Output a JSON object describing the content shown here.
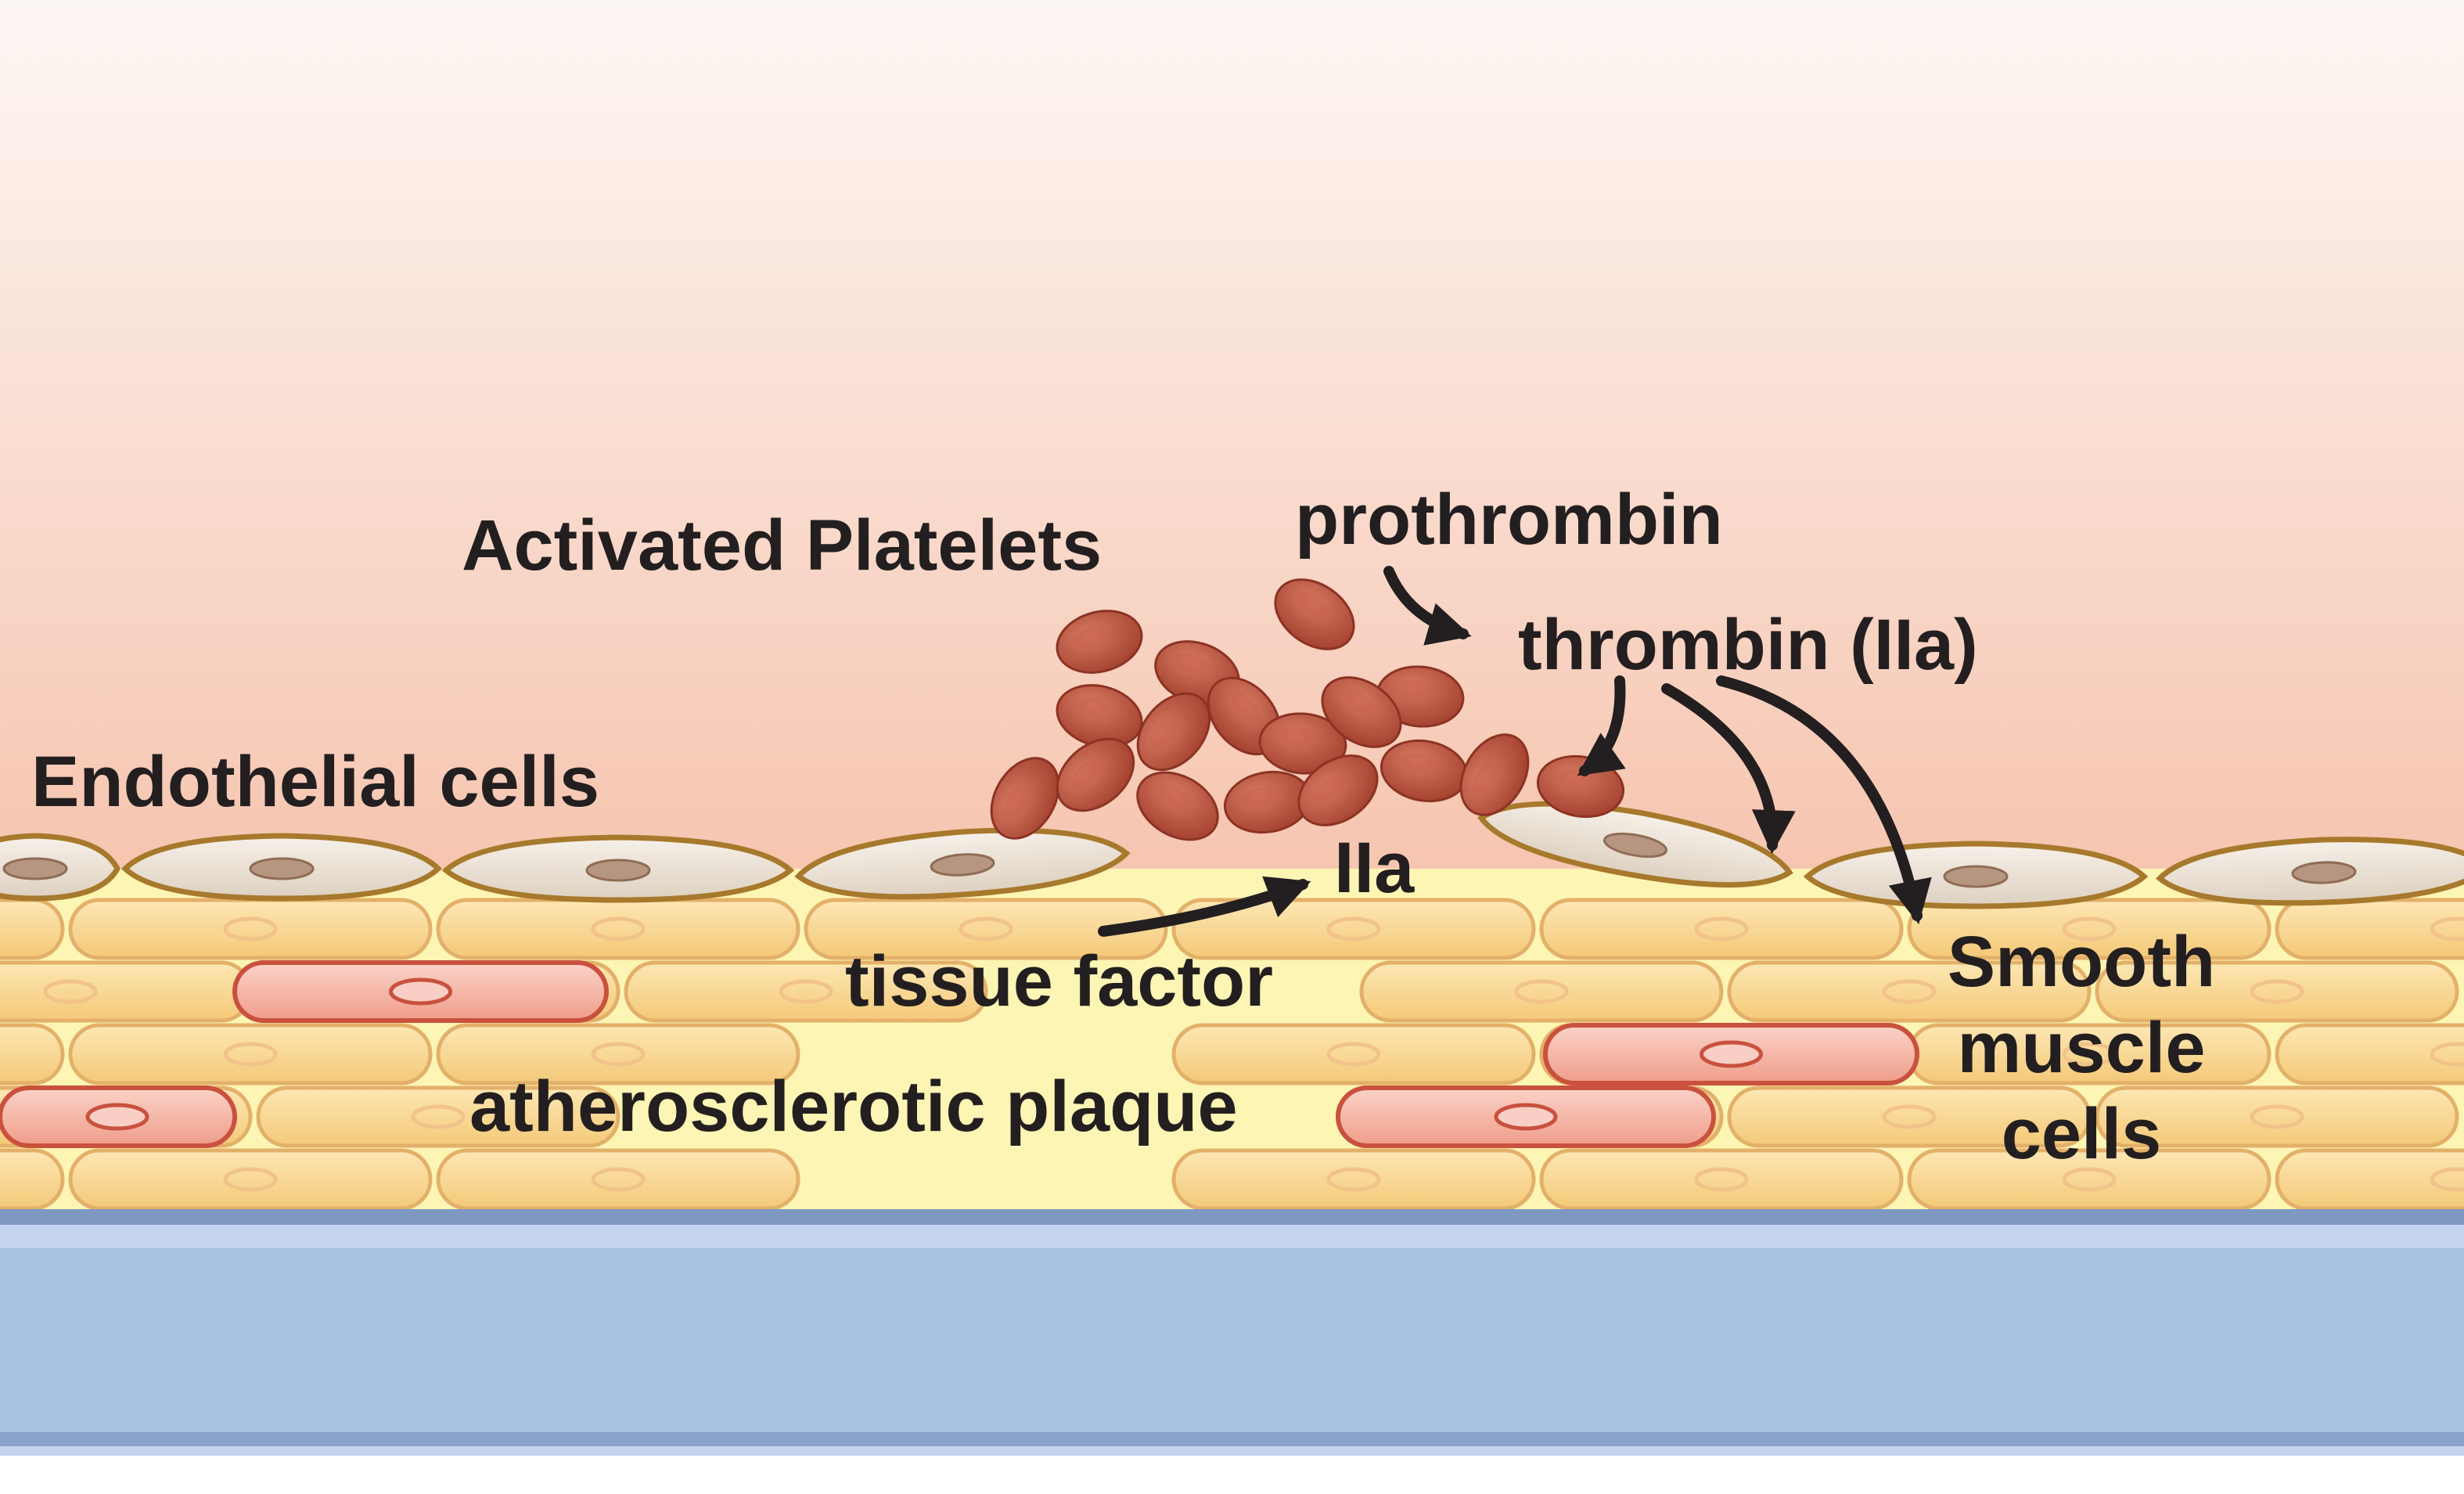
{
  "labels": {
    "activated_platelets": "Activated Platelets",
    "prothrombin": "prothrombin",
    "thrombin": "thrombin (IIa)",
    "endothelial_cells": "Endothelial cells",
    "iia": "IIa",
    "tissue_factor": "tissue factor",
    "atherosclerotic_plaque": "atherosclerotic plaque",
    "smooth_muscle_line1": "Smooth",
    "smooth_muscle_line2": "muscle",
    "smooth_muscle_line3": "cells"
  },
  "colors": {
    "background_top": "#fdf6f2",
    "background_bottom": "#f6c7b2",
    "endothelial_fill": "#ede5d9",
    "endothelial_outline": "#a7792c",
    "smooth_muscle_fill": "#f7d58f",
    "smooth_muscle_outline": "#e8b86d",
    "plaque_fill": "#fdf5b4",
    "activated_smc_fill": "#f4b0a1",
    "activated_smc_outline": "#cf5d4a",
    "platelet_fill": "#b34d3a",
    "vessel_wall": "#a8c0e2",
    "arrow": "#231f20"
  }
}
